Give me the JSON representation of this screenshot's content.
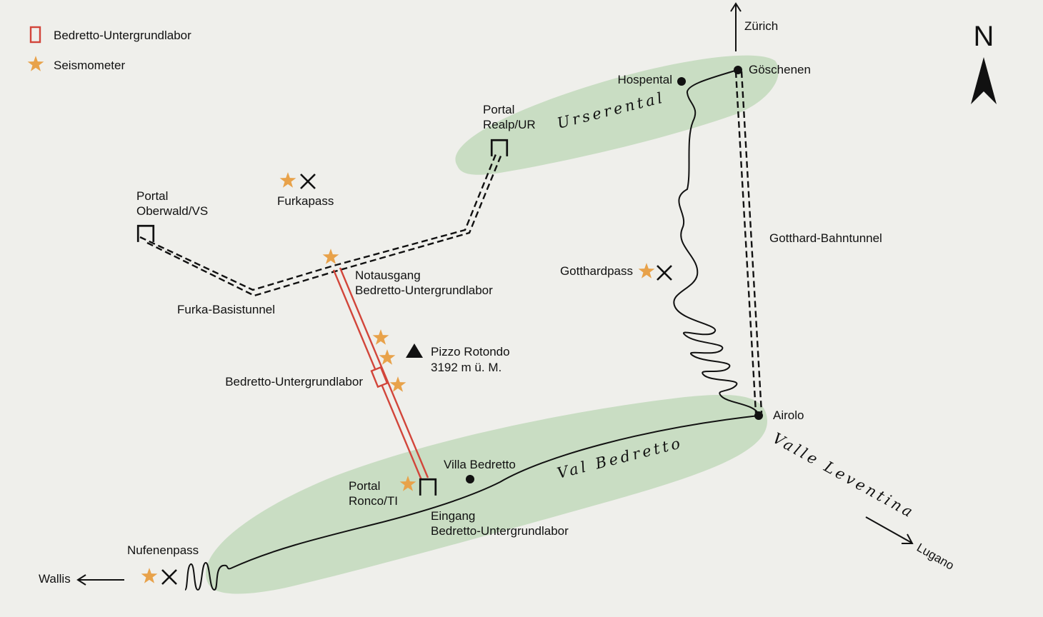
{
  "legend": {
    "lab_label": "Bedretto-Untergrundlabor",
    "seismo_label": "Seismometer"
  },
  "compass": {
    "north": "N"
  },
  "colors": {
    "background": "#efefeb",
    "valley": "#c9ddc3",
    "lab_tunnel": "#d2453a",
    "star": "#e8a24a",
    "ink": "#111111"
  },
  "directions": {
    "zurich": "Zürich",
    "lugano": "Lugano",
    "wallis": "Wallis"
  },
  "valleys": {
    "urserental": "Urserental",
    "val_bedretto": "Val Bedretto",
    "valle_leventina": "Valle Leventina"
  },
  "places": {
    "hospental": "Hospental",
    "goeschenen": "Göschenen",
    "airolo": "Airolo",
    "villa_bedretto": "Villa Bedretto"
  },
  "portals": {
    "realp": [
      "Portal",
      "Realp/UR"
    ],
    "oberwald": [
      "Portal",
      "Oberwald/VS"
    ],
    "ronco": [
      "Portal",
      "Ronco/TI"
    ]
  },
  "passes": {
    "furkapass": "Furkapass",
    "gotthardpass": "Gotthardpass",
    "nufenenpass": "Nufenenpass"
  },
  "tunnels": {
    "furka": "Furka-Basistunnel",
    "gotthard": "Gotthard-Bahntunnel",
    "lab": "Bedretto-Untergrundlabor"
  },
  "notausgang": [
    "Notausgang",
    "Bedretto-Untergrundlabor"
  ],
  "eingang": [
    "Eingang",
    "Bedretto-Untergrundlabor"
  ],
  "peak": {
    "name": "Pizzo Rotondo",
    "elevation": "3192 m ü. M."
  }
}
